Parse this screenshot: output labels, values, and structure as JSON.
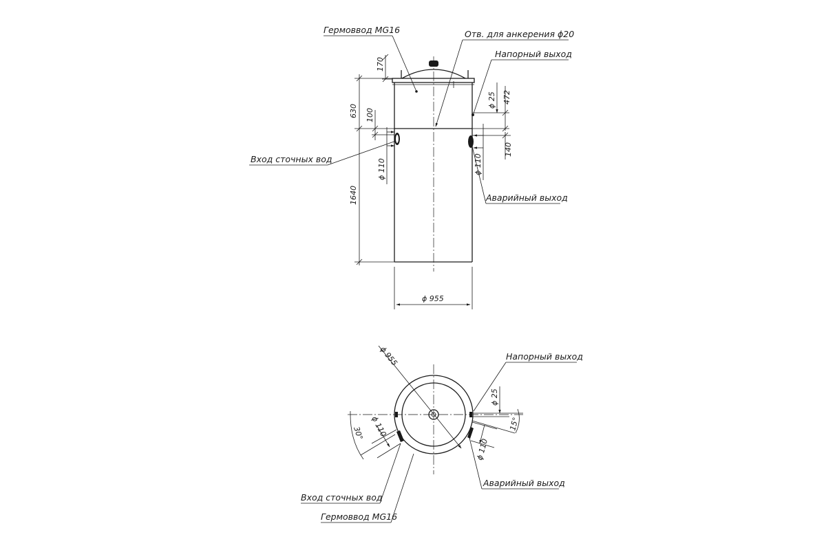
{
  "side_view": {
    "labels": {
      "cable_gland": "Гермоввод MG16",
      "anchor_hole": "Отв. для анкерения ϕ20",
      "pressure_outlet": "Напорный выход",
      "sewage_inlet": "Вход сточных вод",
      "emergency_outlet": "Аварийный выход"
    },
    "dims": {
      "cover_height": "170",
      "upper_part": "630",
      "inlet_offset": "100",
      "body_height": "1640",
      "inlet_diameter": "ϕ 110",
      "pressure_diameter": "ϕ 25",
      "pressure_height": "472",
      "emergency_offset": "140",
      "emergency_diameter": "ϕ 110",
      "outer_diameter": "ϕ 955"
    }
  },
  "top_view": {
    "labels": {
      "pressure_outlet": "Напорный выход",
      "emergency_outlet": "Аварийный выход",
      "sewage_inlet": "Вход сточных вод",
      "cable_gland": "Гермоввод MG16"
    },
    "dims": {
      "outer_diameter": "ϕ 955",
      "pressure_diameter": "ϕ 25",
      "angle_right": "15°",
      "angle_left": "30°",
      "inlet_diameter": "ϕ 110",
      "emergency_diameter": "ϕ 110"
    }
  }
}
